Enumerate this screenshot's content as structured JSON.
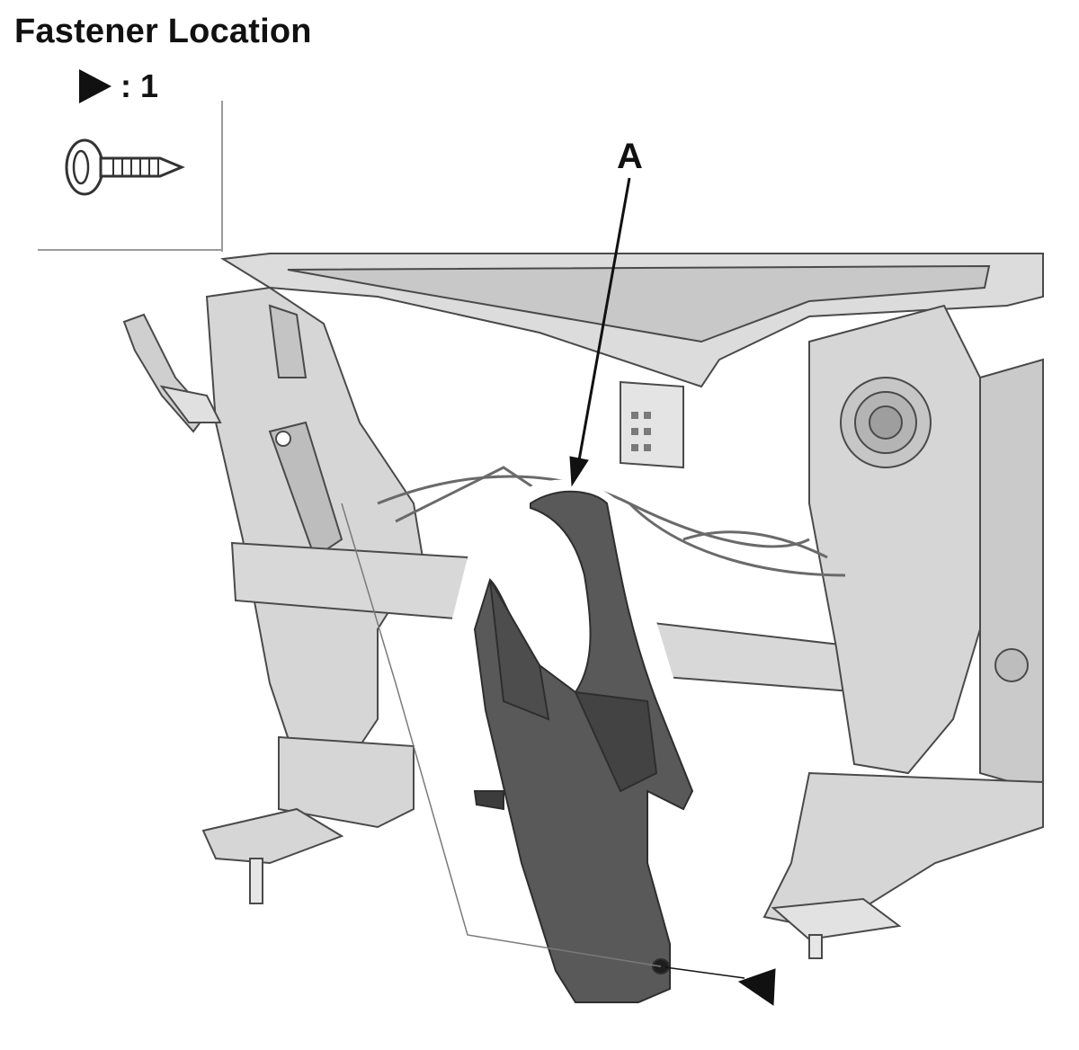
{
  "header": {
    "title": "Fastener Location"
  },
  "legend": {
    "marker": "triangle-marker",
    "count_text": ": 1",
    "fastener_icon": "self-tapping-screw-icon"
  },
  "callouts": {
    "part_a": "A"
  },
  "colors": {
    "frame": "#d6d6d6",
    "frame_shadow": "#9e9e9e",
    "outline": "#4a4a4a",
    "bracket": "#575757",
    "bracket_dark": "#3c3c3c",
    "text": "#111111"
  }
}
